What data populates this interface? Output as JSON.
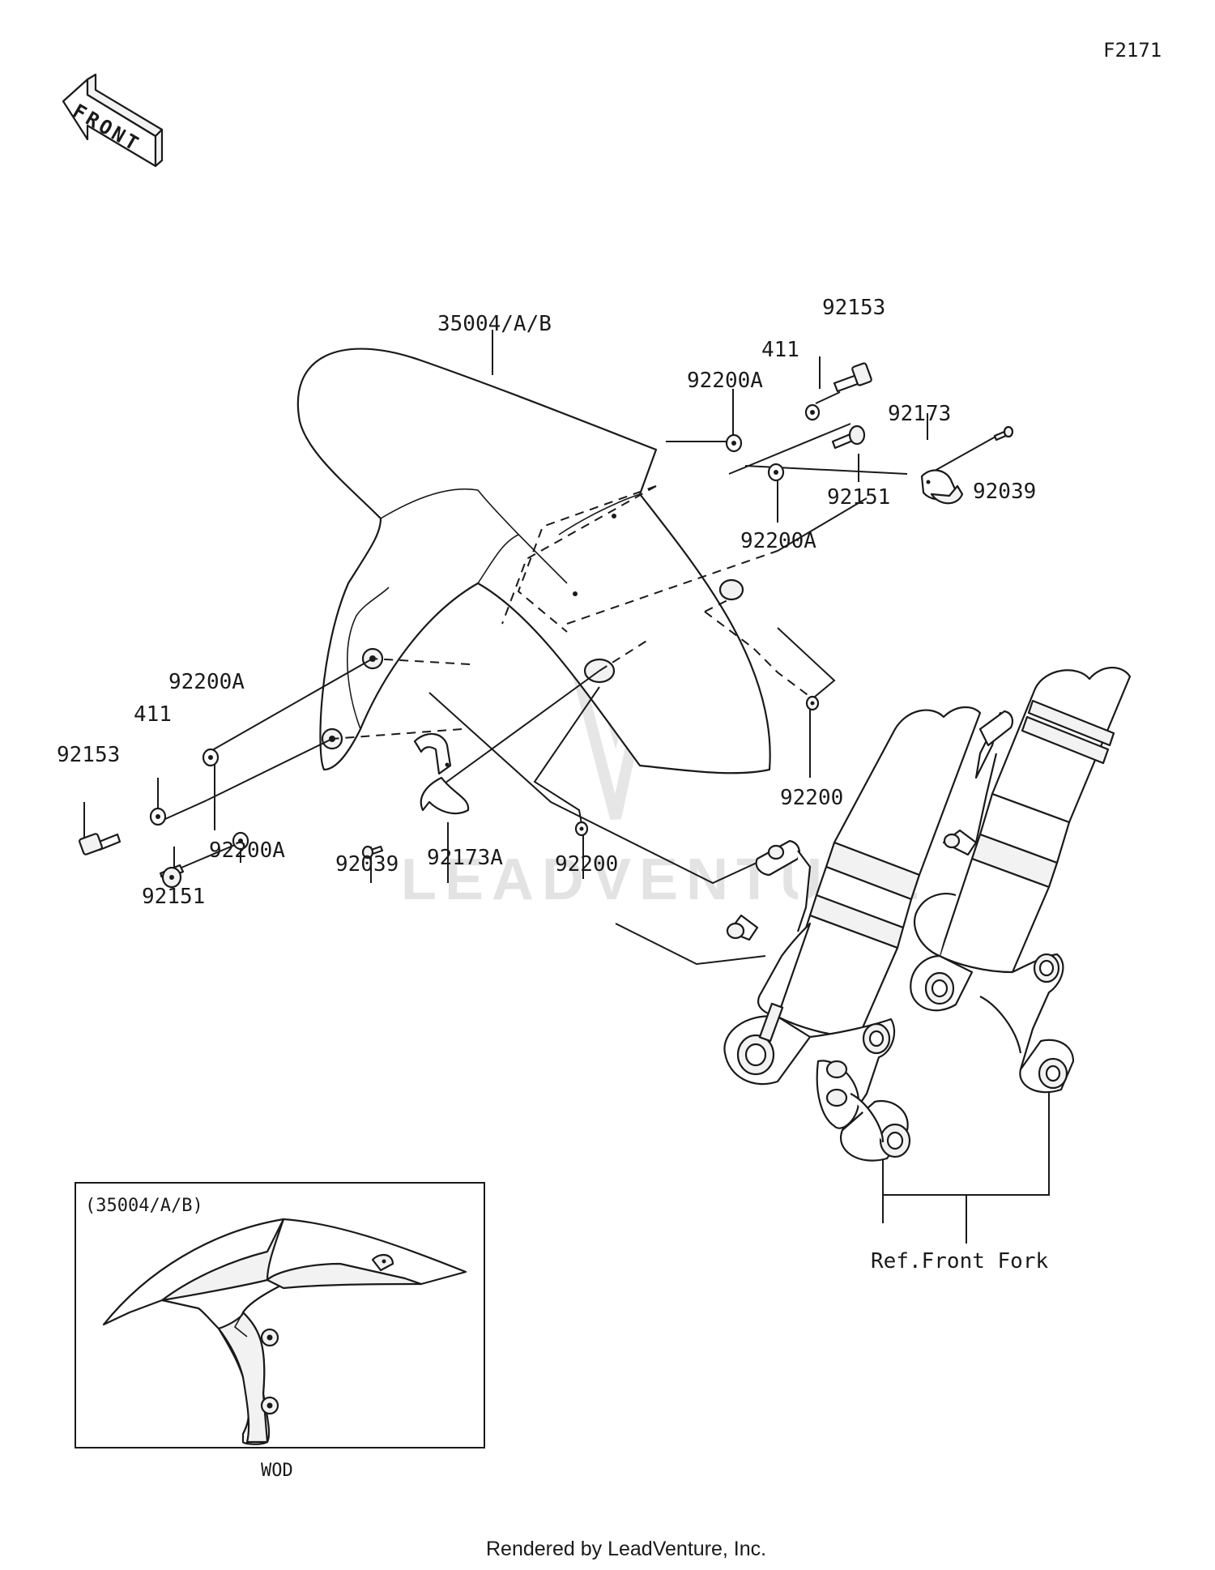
{
  "figure_code": "F2171",
  "front_arrow": {
    "text": "FRONT",
    "icon": "front-direction-arrow-icon"
  },
  "callouts": {
    "fender_main": "35004/A/B",
    "bolt_upper_right": "92153",
    "collar_411_upper_right": "411",
    "washer_92200a_upper_right": "92200A",
    "clamp_92173_right": "92173",
    "screw_92039_right": "92039",
    "bolt_92151_right": "92151",
    "washer_92200a_right_lower": "92200A",
    "washer_92200a_left_upper": "92200A",
    "collar_411_left": "411",
    "bolt_92153_left": "92153",
    "washer_92200a_left_lower": "92200A",
    "bolt_92151_left": "92151",
    "screw_92039_left": "92039",
    "clamp_92173a_left": "92173A",
    "grommet_92200_center": "92200",
    "grommet_92200_right": "92200",
    "ref_front_fork": "Ref.Front Fork"
  },
  "inset": {
    "title": "(35004/A/B)",
    "caption": "WOD"
  },
  "watermark": "LEADVENTURE",
  "footer": "Rendered by LeadVenture, Inc."
}
